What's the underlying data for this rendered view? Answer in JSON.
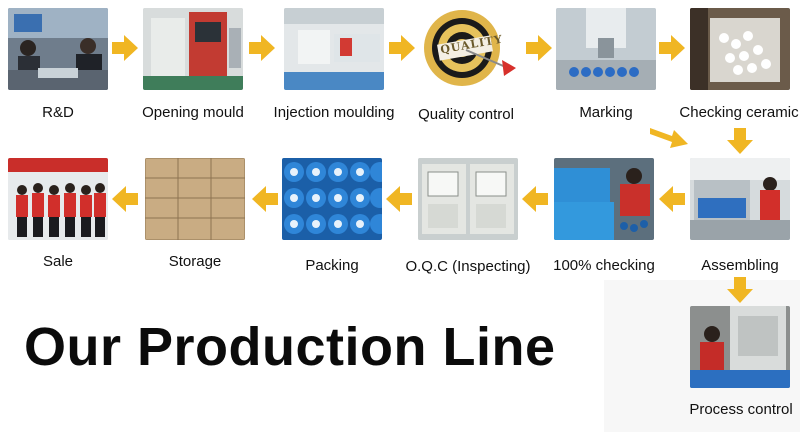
{
  "title": "Our Production Line",
  "colors": {
    "arrow": "#f0b623",
    "text": "#111111",
    "title": "#0b0b0b"
  },
  "steps": [
    {
      "label": "R&D"
    },
    {
      "label": "Opening mould"
    },
    {
      "label": "Injection moulding"
    },
    {
      "label": "Quality control",
      "photo_text": "QUALITY"
    },
    {
      "label": "Marking"
    },
    {
      "label": "Checking ceramic"
    },
    {
      "label": "Assembling"
    },
    {
      "label": "100% checking"
    },
    {
      "label": "O.Q.C (Inspecting)"
    },
    {
      "label": "Packing"
    },
    {
      "label": "Storage"
    },
    {
      "label": "Sale"
    },
    {
      "label": "Process control"
    }
  ]
}
